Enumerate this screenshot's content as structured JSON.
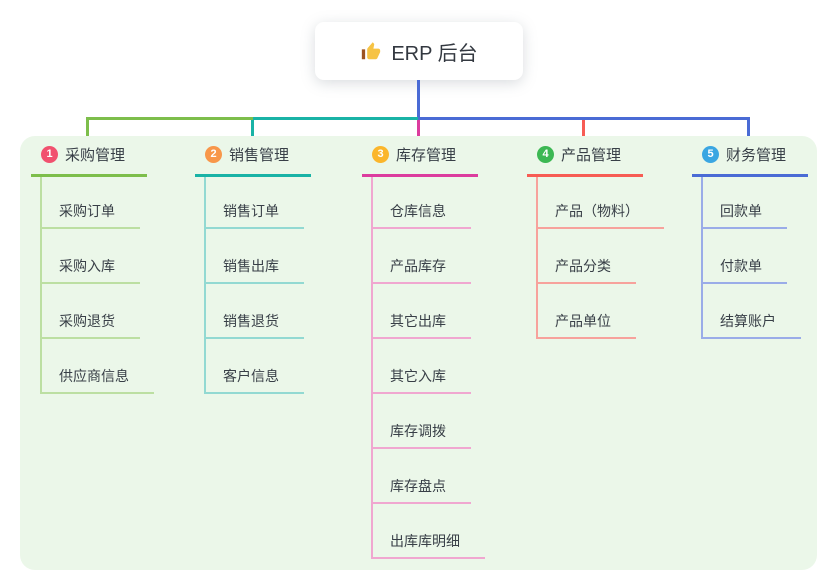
{
  "root": {
    "label": "ERP 后台",
    "icon": "thumbs-up-icon",
    "icon_color": "#F6C344",
    "icon_cuff_color": "#9C5221"
  },
  "canvas": {
    "background": "#FFFFFF",
    "panel_background": "#EBF7E9",
    "text_color": "#383F47"
  },
  "branches": [
    {
      "index": "1",
      "label": "采购管理",
      "badge_color": "#F1516F",
      "line_color": "#7DBE4B",
      "line_color_light": "#BCDFA2",
      "children": [
        "采购订单",
        "采购入库",
        "采购退货",
        "供应商信息"
      ]
    },
    {
      "index": "2",
      "label": "销售管理",
      "badge_color": "#F8974A",
      "line_color": "#19B3A6",
      "line_color_light": "#92D9D2",
      "children": [
        "销售订单",
        "销售出库",
        "销售退货",
        "客户信息"
      ]
    },
    {
      "index": "3",
      "label": "库存管理",
      "badge_color": "#FBB62B",
      "line_color": "#DC3C9E",
      "line_color_light": "#F0A7D0",
      "children": [
        "仓库信息",
        "产品库存",
        "其它出库",
        "其它入库",
        "库存调拨",
        "库存盘点",
        "出库库明细"
      ]
    },
    {
      "index": "4",
      "label": "产品管理",
      "badge_color": "#3CB853",
      "line_color": "#F75C54",
      "line_color_light": "#F7A29C",
      "children": [
        "产品（物料）",
        "产品分类",
        "产品单位"
      ]
    },
    {
      "index": "5",
      "label": "财务管理",
      "badge_color": "#3AA6E2",
      "line_color": "#4A6BD5",
      "line_color_light": "#9AACE8",
      "children": [
        "回款单",
        "付款单",
        "结算账户"
      ]
    }
  ]
}
